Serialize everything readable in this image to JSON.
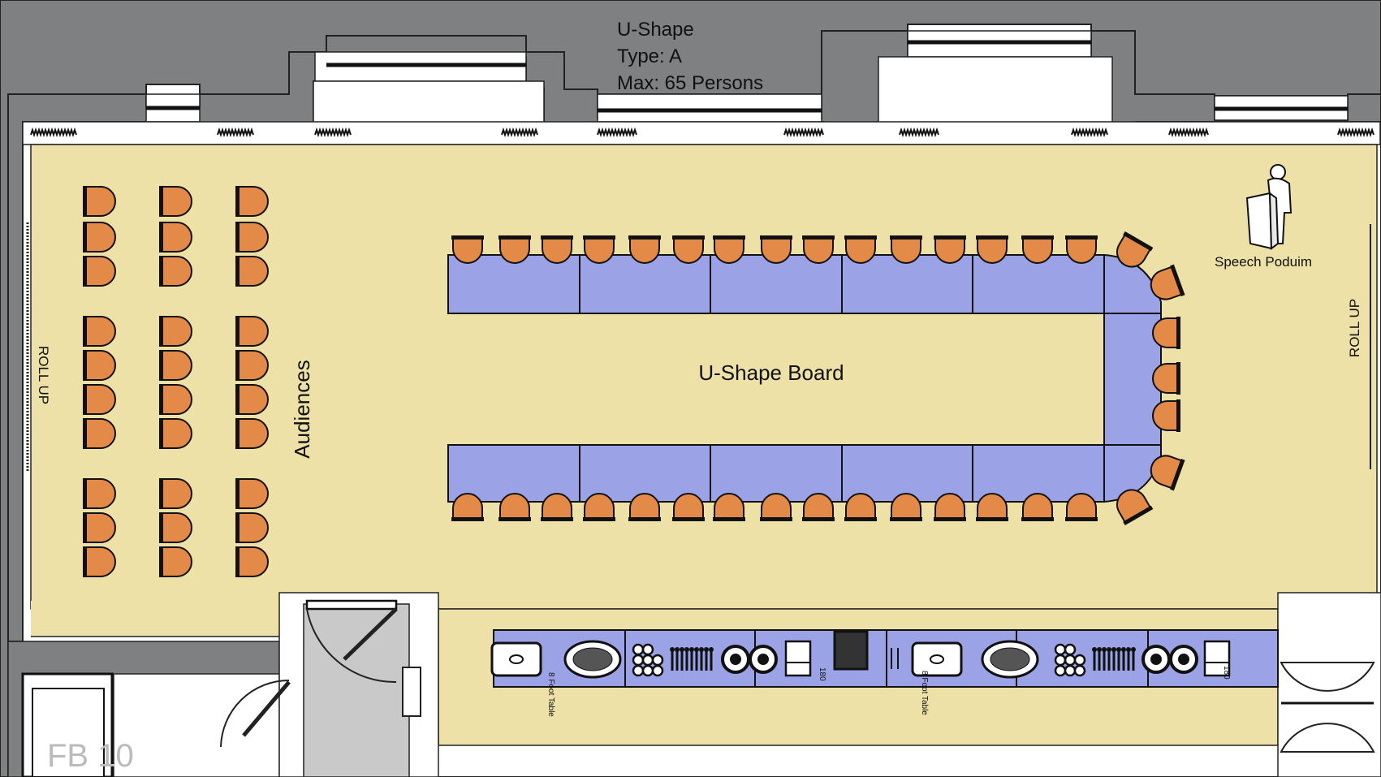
{
  "header": {
    "line1": "U-Shape",
    "line2": "Type: A",
    "line3": "Max: 65 Persons"
  },
  "labels": {
    "board": "U-Shape Board",
    "audiences": "Audiences",
    "podium": "Speech Poduim",
    "roll_up_left": "ROLL UP",
    "roll_up_right": "ROLL UP",
    "corner_text": "FB 10"
  },
  "buffet": {
    "table_label": "8 Foot Table",
    "table_code": "180",
    "icons": [
      "chafing-dish-icon",
      "platter-icon",
      "cups-icon",
      "cutlery-icon",
      "plates-icon",
      "dispenser-icon",
      "screen-icon"
    ]
  },
  "colors": {
    "wall": "#7f8082",
    "floor": "#ede1a8",
    "table": "#9ba3e6",
    "chair": "#e48a48",
    "outline": "#111111",
    "corridor": "#c9c9c9"
  },
  "seating": {
    "audience_columns": 3,
    "audience_rows_per_block": [
      3,
      4,
      3
    ],
    "u_top_chairs": 15,
    "u_bottom_chairs": 15,
    "u_side_chairs": 7
  }
}
